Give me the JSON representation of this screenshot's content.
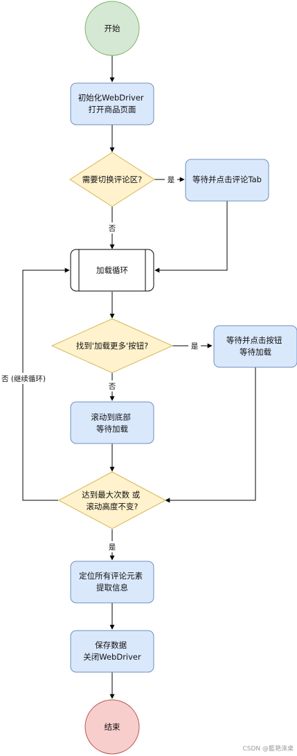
{
  "colors": {
    "start_fill": "#d5e8d4",
    "start_stroke": "#82b366",
    "process_fill": "#dae8fc",
    "process_stroke": "#6c8ebf",
    "decision_fill": "#fff2cc",
    "decision_stroke": "#d6b656",
    "end_fill": "#f8cecc",
    "end_stroke": "#b85450",
    "loop_fill": "#ffffff",
    "loop_stroke": "#000000",
    "edge": "#000000"
  },
  "nodes": {
    "start": {
      "lines": [
        "开始"
      ]
    },
    "init": {
      "lines": [
        "初始化WebDriver",
        "打开商品页面"
      ]
    },
    "need_switch": {
      "lines": [
        "需要切换评论区?"
      ]
    },
    "click_tab": {
      "lines": [
        "等待并点击评论Tab"
      ]
    },
    "load_loop": {
      "lines": [
        "加载循环"
      ]
    },
    "find_more": {
      "lines": [
        "找到'加载更多'按钮?"
      ]
    },
    "click_button": {
      "lines": [
        "等待并点击按钮",
        "等待加载"
      ]
    },
    "scroll": {
      "lines": [
        "滚动到底部",
        "等待加载"
      ]
    },
    "check_max": {
      "lines": [
        "达到最大次数 或",
        "滚动高度不变?"
      ]
    },
    "locate": {
      "lines": [
        "定位所有评论元素",
        "提取信息"
      ]
    },
    "save": {
      "lines": [
        "保存数据",
        "关闭WebDriver"
      ]
    },
    "end": {
      "lines": [
        "结束"
      ]
    }
  },
  "edge_labels": {
    "yes": "是",
    "no": "否",
    "no_continue": "否 (继续循环)"
  },
  "watermark": "CSDN @藍艳淶桌"
}
